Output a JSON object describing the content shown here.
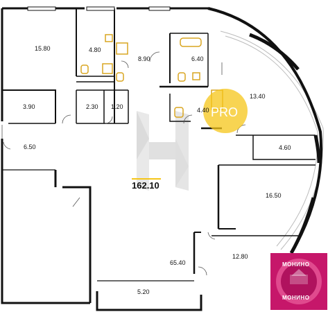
{
  "plan": {
    "total_area": "162.10",
    "rooms": [
      {
        "id": "living-left",
        "area": "15.80"
      },
      {
        "id": "bath-1",
        "area": "4.80"
      },
      {
        "id": "bath-2",
        "area": "8.90"
      },
      {
        "id": "bath-3",
        "area": "6.40"
      },
      {
        "id": "hall-right",
        "area": "13.40"
      },
      {
        "id": "closet-1",
        "area": "3.90"
      },
      {
        "id": "closet-2",
        "area": "2.30"
      },
      {
        "id": "closet-3",
        "area": "1.20"
      },
      {
        "id": "wc",
        "area": "4.40"
      },
      {
        "id": "entry",
        "area": "6.50"
      },
      {
        "id": "storage",
        "area": "4.60"
      },
      {
        "id": "bedroom-1",
        "area": "16.50"
      },
      {
        "id": "bedroom-2",
        "area": "12.80"
      },
      {
        "id": "main-hall",
        "area": "65.40"
      },
      {
        "id": "balcony",
        "area": "5.20"
      }
    ]
  },
  "watermark": {
    "text": "PRO",
    "color": "#f5c518"
  },
  "logo": {
    "top": "МОНИНО",
    "bottom": "МОНИНО",
    "color": "#b0125e"
  },
  "colors": {
    "wall": "#111111",
    "fixture": "#d9a520",
    "ghost": "#cfcfcf"
  }
}
